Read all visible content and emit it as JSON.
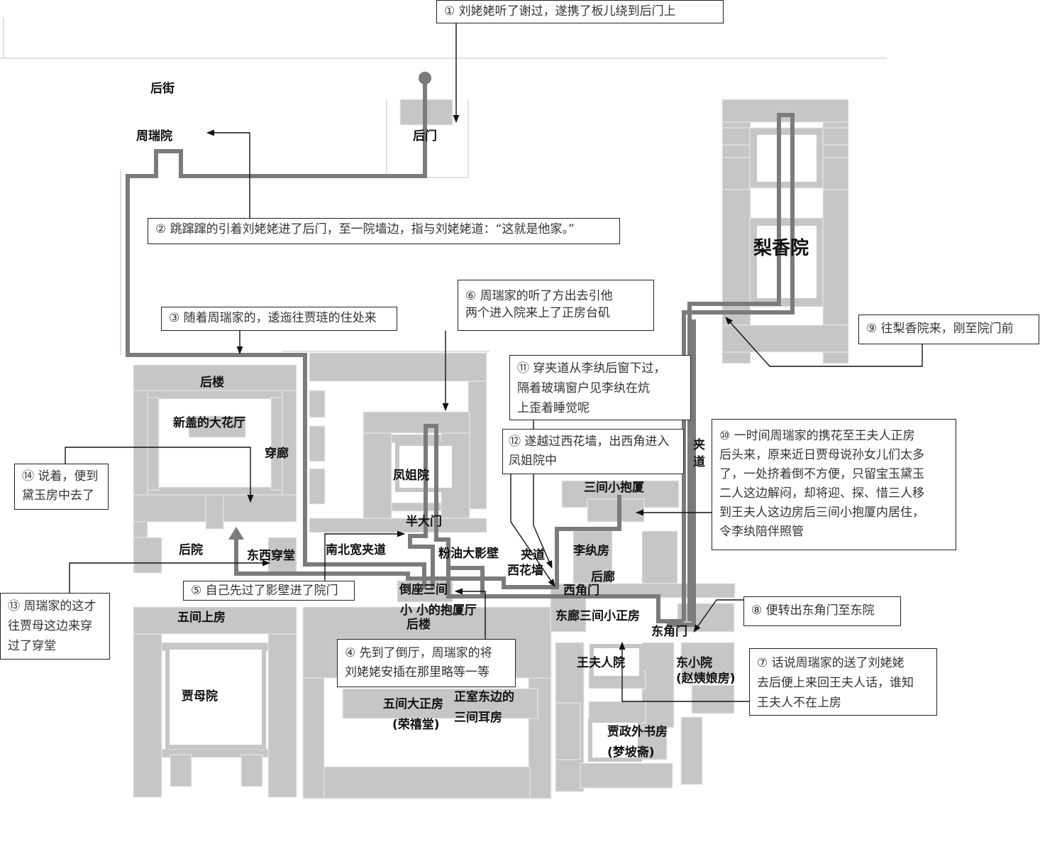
{
  "colors": {
    "building": "#c6c6c6",
    "route": "#7b7b7b",
    "line": "#111111",
    "wall": "#d8d8d8"
  },
  "places": {
    "houjie": "后街",
    "zhouruiyuan": "周瑞院",
    "houmen": "后门",
    "lixiangyuan": "梨香院",
    "houlou": "后楼",
    "daihuating": "新盖的大花厅",
    "chuanlang": "穿廊",
    "fengjieyuan": "凤姐院",
    "bandamen": "半大门",
    "houyuan": "后院",
    "dongxichuantang": "东西穿堂",
    "nanbeijiadao": "南北宽夹道",
    "fenyouyingbi": "粉油大影壁",
    "jiadao1": "夹道",
    "xihuaqiang": "西花墙",
    "jiadao2": "夹道",
    "sanjianbaosha": "三间小抱厦",
    "liwanfang": "李纨房",
    "houlang": "后廊",
    "xijiaomen": "西角门",
    "daozuo": "倒座三间",
    "baoshating": "小 小的抱厦厅",
    "houlou2": "后楼",
    "donglang": "东廊三间小正房",
    "dongjiaomen": "东角门",
    "wujianshangfang": "五间上房",
    "jiamuyuan": "贾母院",
    "wangfurenyuan": "王夫人院",
    "dongxiaoyuan": "东小院",
    "zhaoyiniang": "(赵姨娘房)",
    "wujianzhengfang": "五间大正房",
    "rongxitang": "(荣禧堂)",
    "zhengshi": "正室东边的",
    "erfang": "三间耳房",
    "shufang": "贾政外书房",
    "mengpozhai": "(梦坡斋)"
  },
  "callouts": [
    {
      "id": "1",
      "lines": [
        "① 刘姥姥听了谢过，遂携了板儿绕到后门上"
      ]
    },
    {
      "id": "2",
      "lines": [
        "② 跳蹿蹿的引着刘姥姥进了后门，至一院墙边，指与刘姥姥道：“这就是他家。”"
      ]
    },
    {
      "id": "3",
      "lines": [
        "③ 随着周瑞家的，逶迤往贾琏的住处来"
      ]
    },
    {
      "id": "4",
      "lines": [
        "④ 先到了倒厅，周瑞家的将",
        "刘姥姥安插在那里略等一等"
      ]
    },
    {
      "id": "5",
      "lines": [
        "⑤ 自己先过了影壁进了院门"
      ]
    },
    {
      "id": "6",
      "lines": [
        "⑥ 周瑞家的听了方出去引他",
        "两个进入院来上了正房台矶"
      ]
    },
    {
      "id": "7",
      "lines": [
        "⑦ 话说周瑞家的送了刘姥姥",
        "去后便上来回王夫人话，谁知",
        "王夫人不在上房"
      ]
    },
    {
      "id": "8",
      "lines": [
        "⑧ 便转出东角门至东院"
      ]
    },
    {
      "id": "9",
      "lines": [
        "⑨ 往梨香院来，刚至院门前"
      ]
    },
    {
      "id": "10",
      "lines": [
        "⑩ 一时间周瑞家的携花至王夫人正房",
        "后头来，原来近日贾母说孙女儿们太多",
        "了，一处挤着倒不方便，只留宝玉黛玉",
        "二人这边解闷，却将迎、探、惜三人移",
        "到王夫人这边房后三间小抱厦内居住，",
        "令李纨陪伴照管"
      ]
    },
    {
      "id": "11",
      "lines": [
        "⑪ 穿夹道从李纨后窗下过，",
        "隔着玻璃窗户见李纨在炕",
        "上歪着睡觉呢"
      ]
    },
    {
      "id": "12",
      "lines": [
        "⑫ 遂越过西花墙，出西角进入",
        "凤姐院中"
      ]
    },
    {
      "id": "13",
      "lines": [
        "⑬ 周瑞家的这才",
        "往贾母这边来穿",
        "过了穿堂"
      ]
    },
    {
      "id": "14",
      "lines": [
        "⑭ 说着，便到",
        "黛玉房中去了"
      ]
    }
  ]
}
